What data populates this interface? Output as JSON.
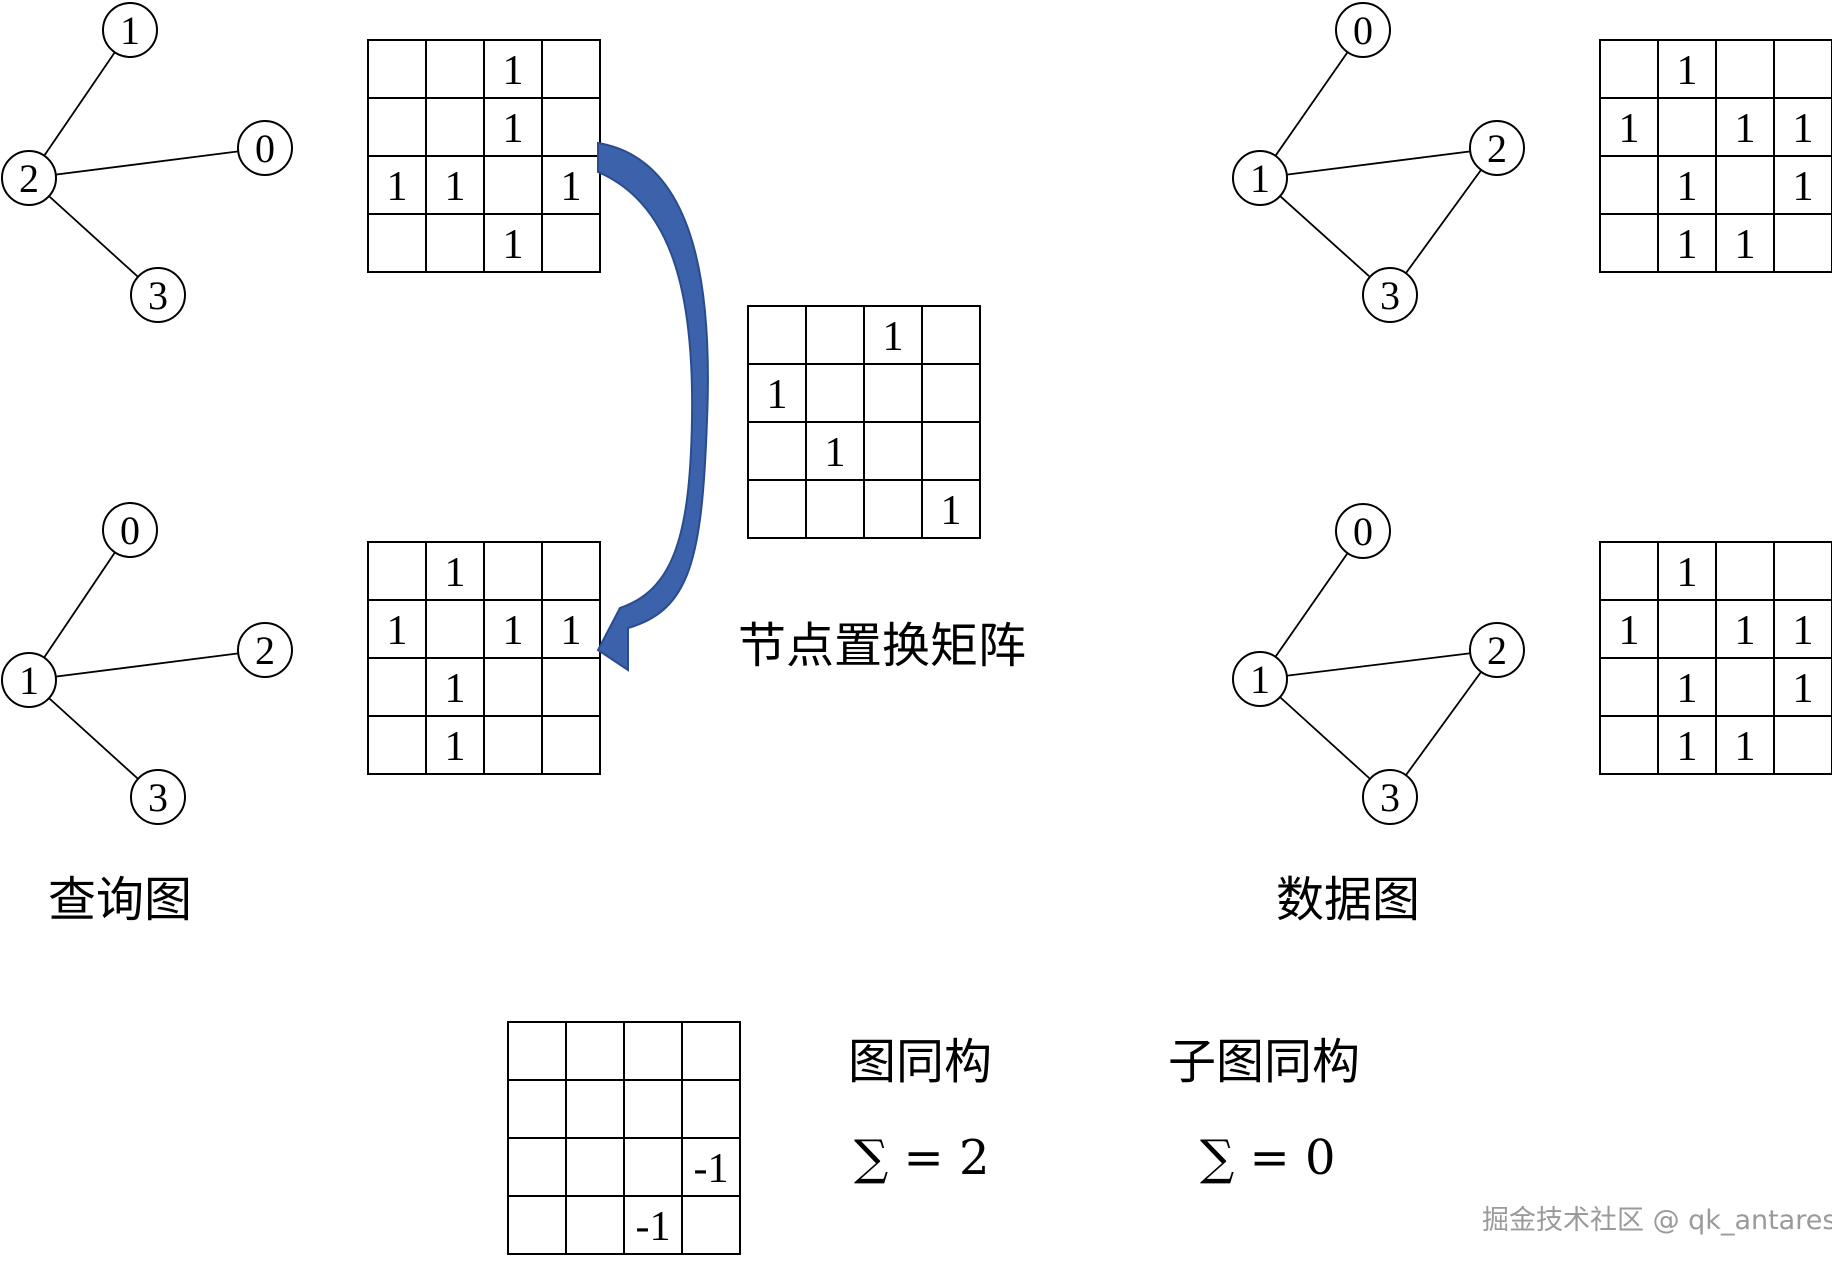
{
  "labels": {
    "query_graph": "查询图",
    "data_graph": "数据图",
    "permutation": "节点置换矩阵",
    "graph_iso": "图同构",
    "subgraph_iso": "子图同构"
  },
  "formulas": {
    "graph_iso": "∑ = 2",
    "subgraph_iso": "∑ = 0"
  },
  "watermark": "掘金技术社区 @ qk_antares",
  "colors": {
    "arrow": "#3b62ab",
    "arrow_dark": "#2a4c8e",
    "line": "#000000"
  },
  "graphs": {
    "query_top": {
      "nodes": [
        "1",
        "2",
        "0",
        "3"
      ],
      "edges": [
        [
          1,
          0
        ],
        [
          1,
          2
        ],
        [
          1,
          3
        ]
      ]
    },
    "query_bottom": {
      "nodes": [
        "0",
        "1",
        "2",
        "3"
      ],
      "edges": [
        [
          1,
          0
        ],
        [
          1,
          2
        ],
        [
          1,
          3
        ]
      ]
    },
    "data_top": {
      "nodes": [
        "0",
        "1",
        "2",
        "3"
      ],
      "edges": [
        [
          1,
          0
        ],
        [
          1,
          2
        ],
        [
          1,
          3
        ],
        [
          2,
          3
        ]
      ]
    },
    "data_bottom": {
      "nodes": [
        "0",
        "1",
        "2",
        "3"
      ],
      "edges": [
        [
          1,
          0
        ],
        [
          1,
          2
        ],
        [
          1,
          3
        ],
        [
          2,
          3
        ]
      ]
    }
  },
  "matrices": {
    "query_top": [
      [
        "",
        "",
        "1",
        ""
      ],
      [
        "",
        "",
        "1",
        ""
      ],
      [
        "1",
        "1",
        "",
        "1"
      ],
      [
        "",
        "",
        "1",
        ""
      ]
    ],
    "query_bottom": [
      [
        "",
        "1",
        "",
        ""
      ],
      [
        "1",
        "",
        "1",
        "1"
      ],
      [
        "",
        "1",
        "",
        ""
      ],
      [
        "",
        "1",
        "",
        ""
      ]
    ],
    "permutation": [
      [
        "",
        "",
        "1",
        ""
      ],
      [
        "1",
        "",
        "",
        ""
      ],
      [
        "",
        "1",
        "",
        ""
      ],
      [
        "",
        "",
        "",
        "1"
      ]
    ],
    "data_top": [
      [
        "",
        "1",
        "",
        ""
      ],
      [
        "1",
        "",
        "1",
        "1"
      ],
      [
        "",
        "1",
        "",
        "1"
      ],
      [
        "",
        "1",
        "1",
        ""
      ]
    ],
    "data_bottom": [
      [
        "",
        "1",
        "",
        ""
      ],
      [
        "1",
        "",
        "1",
        "1"
      ],
      [
        "",
        "1",
        "",
        "1"
      ],
      [
        "",
        "1",
        "1",
        ""
      ]
    ],
    "difference": [
      [
        "",
        "",
        "",
        ""
      ],
      [
        "",
        "",
        "",
        ""
      ],
      [
        "",
        "",
        "",
        "-1"
      ],
      [
        "",
        "",
        "-1",
        ""
      ]
    ]
  }
}
